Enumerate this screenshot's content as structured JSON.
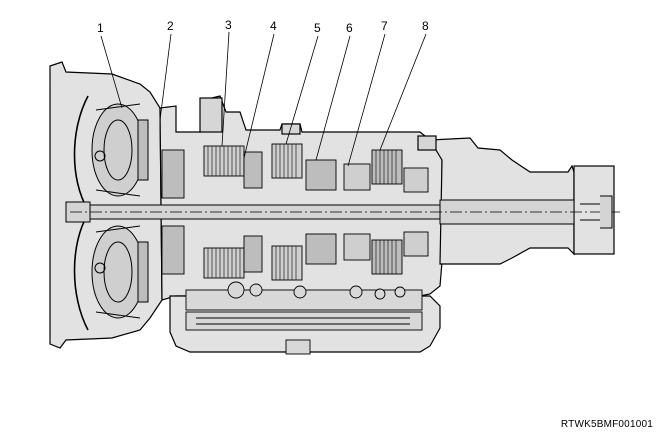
{
  "figure": {
    "image_id": "RTWK5BMF001001",
    "callouts": [
      "1",
      "2",
      "3",
      "4",
      "5",
      "6",
      "7",
      "8"
    ]
  },
  "colors": {
    "case_fill": "#e2e2e2",
    "case_dark": "#bdbdbd",
    "shaft_fill": "#d4d4d4",
    "line": "#000000",
    "background": "#ffffff"
  }
}
